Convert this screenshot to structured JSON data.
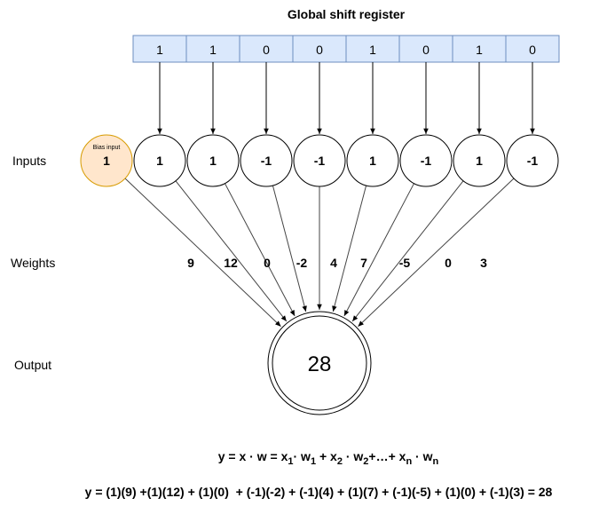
{
  "register": {
    "title": "Global shift register",
    "bits": [
      "1",
      "1",
      "0",
      "0",
      "1",
      "0",
      "1",
      "0"
    ]
  },
  "row_labels": {
    "inputs": "Inputs",
    "weights": "Weights",
    "output": "Output"
  },
  "bias": {
    "caption": "Bias input",
    "value": "1"
  },
  "inputs": [
    "1",
    "1",
    "-1",
    "-1",
    "1",
    "-1",
    "1",
    "-1"
  ],
  "weights": [
    "9",
    "12",
    "0",
    "-2",
    "4",
    "7",
    "-5",
    "0",
    "3"
  ],
  "output": {
    "value": "28"
  },
  "formula": {
    "p1": "y = x · w = x",
    "s1": "1",
    "p2": "· w",
    "s2": "1",
    "p3": " + x",
    "s3": "2",
    "p4": " · w",
    "s4": "2",
    "p5": "+…+ x",
    "s5": "n",
    "p6": " · w",
    "s6": "n"
  },
  "computation": "y = (1)(9) +(1)(12) + (1)(0)  + (-1)(-2) + (-1)(4) + (1)(7) + (-1)(-5) + (1)(0) + (-1)(3) = 28",
  "colors": {
    "register_fill": "#dae8fc",
    "register_stroke": "#6c8ebf",
    "bias_fill": "#ffe6cc",
    "bias_stroke": "#d79b00"
  }
}
